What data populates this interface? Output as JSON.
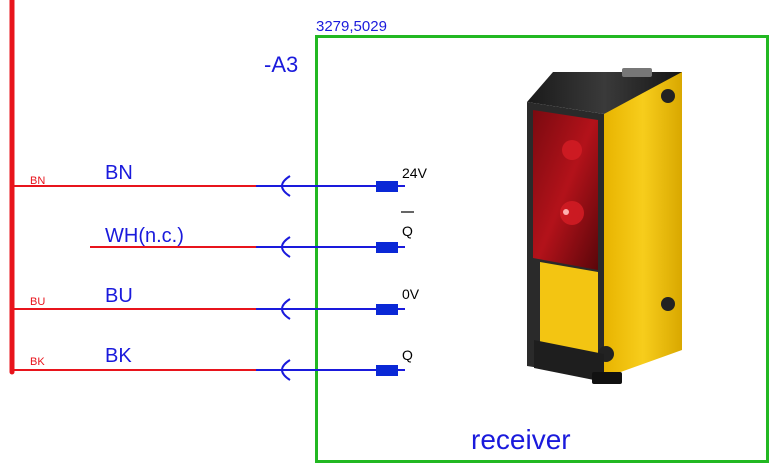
{
  "diagram": {
    "coordinate": "3279,5029",
    "device_tag": "-A3",
    "device_name": "receiver",
    "colors": {
      "wire_red": "#e8141c",
      "wire_blue": "#1a1adc",
      "terminal_blue": "#0a28d6",
      "box_green": "#22b822",
      "label_blue": "#1a1adc",
      "small_red": "#e8141c",
      "sensor_yellow": "#f6c915"
    },
    "wires": [
      {
        "small_label": "BN",
        "label": "BN",
        "terminal": "24V"
      },
      {
        "small_label": "",
        "label": "WH(n.c.)",
        "terminal": "Q"
      },
      {
        "small_label": "BU",
        "label": "BU",
        "terminal": "0V"
      },
      {
        "small_label": "BK",
        "label": "BK",
        "terminal": "Q"
      }
    ],
    "image": {
      "name": "photoelectric-sensor-image"
    }
  }
}
